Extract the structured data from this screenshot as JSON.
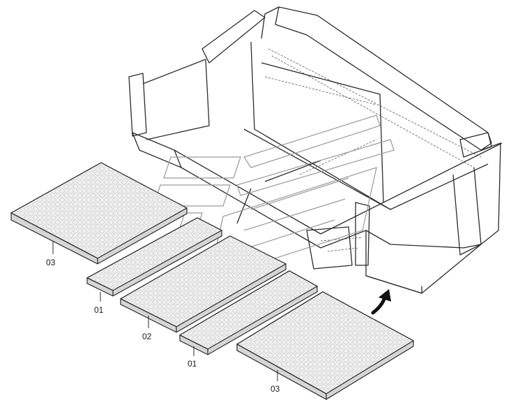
{
  "labels": {
    "mat_left": "03",
    "mat_small_left": "01",
    "mat_center": "02",
    "mat_small_right": "01",
    "mat_right": "03"
  },
  "colors": {
    "mat_top": "#efefef",
    "mat_side": "#d6d6d6",
    "line": "#2b2b2b",
    "pattern": "#cfcfcf"
  },
  "icons": {
    "arrow": "curved-arrow-icon",
    "watermark": "logo-watermark"
  }
}
